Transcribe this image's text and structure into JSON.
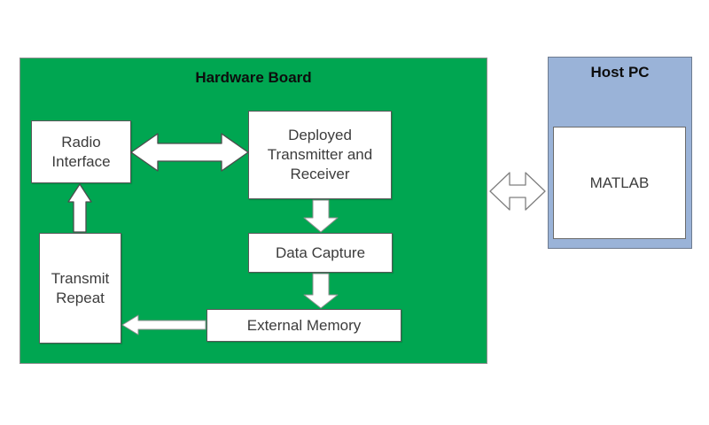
{
  "board": {
    "title": "Hardware Board",
    "fill_color": "#00a651",
    "nodes": {
      "radio_interface": "Radio Interface",
      "deployed_transceiver": "Deployed Transmitter and Receiver",
      "data_capture": "Data Capture",
      "external_memory": "External Memory",
      "transmit_repeat": "Transmit Repeat"
    }
  },
  "host": {
    "title": "Host PC",
    "fill_color": "#9ab3d8",
    "nodes": {
      "matlab": "MATLAB"
    }
  },
  "connections": [
    {
      "from": "Radio Interface",
      "to": "Deployed Transmitter and Receiver",
      "direction": "bidirectional"
    },
    {
      "from": "Deployed Transmitter and Receiver",
      "to": "Data Capture",
      "direction": "forward"
    },
    {
      "from": "Data Capture",
      "to": "External Memory",
      "direction": "forward"
    },
    {
      "from": "External Memory",
      "to": "Transmit Repeat",
      "direction": "forward"
    },
    {
      "from": "Transmit Repeat",
      "to": "Radio Interface",
      "direction": "forward"
    },
    {
      "from": "Hardware Board",
      "to": "Host PC",
      "direction": "bidirectional"
    }
  ]
}
